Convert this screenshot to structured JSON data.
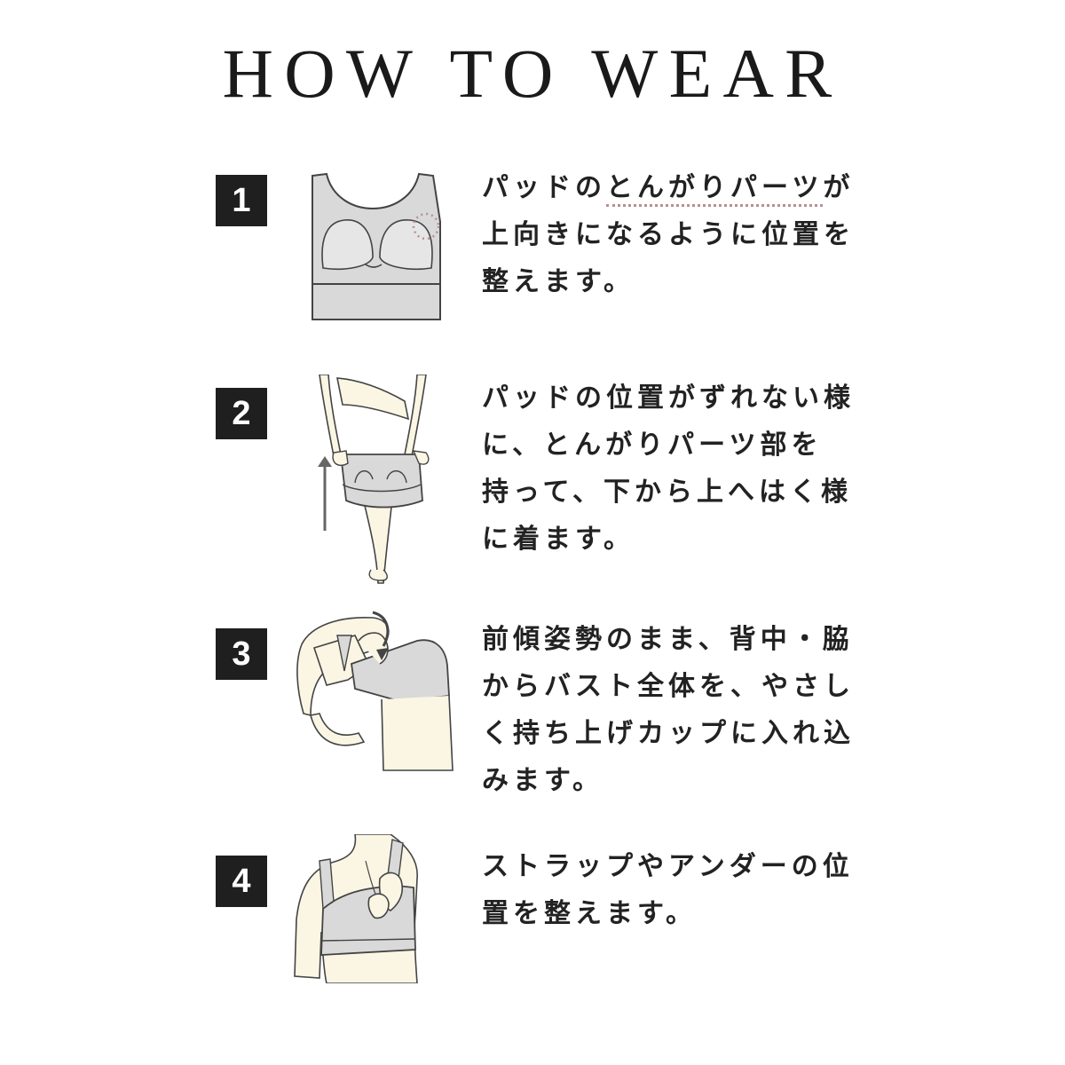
{
  "title": "HOW TO WEAR",
  "colors": {
    "badge": "#1f1f1f",
    "garment": "#d9d9d9",
    "skin": "#fbf6e4",
    "outline": "#444444",
    "arrow": "#666666",
    "highlight": "#b88f90"
  },
  "steps": [
    {
      "number": "1",
      "illustration": "bra-front-icon",
      "lines": [
        {
          "pre": "パッドの",
          "hl": "とんがりパーツ",
          "post": "が"
        },
        "上向きになるように位置を",
        "整えます。"
      ]
    },
    {
      "number": "2",
      "illustration": "step-in-legs-icon",
      "lines": [
        "パッドの位置がずれない様",
        "に、とんがりパーツ部を",
        "持って、下から上へはく様",
        "に着ます。"
      ]
    },
    {
      "number": "3",
      "illustration": "lean-forward-icon",
      "lines": [
        "前傾姿勢のまま、背中・脇",
        "からバスト全体を、やさし",
        "く持ち上げカップに入れ込",
        "みます。"
      ]
    },
    {
      "number": "4",
      "illustration": "adjust-strap-icon",
      "lines": [
        "ストラップやアンダーの位",
        "置を整えます。"
      ]
    }
  ]
}
